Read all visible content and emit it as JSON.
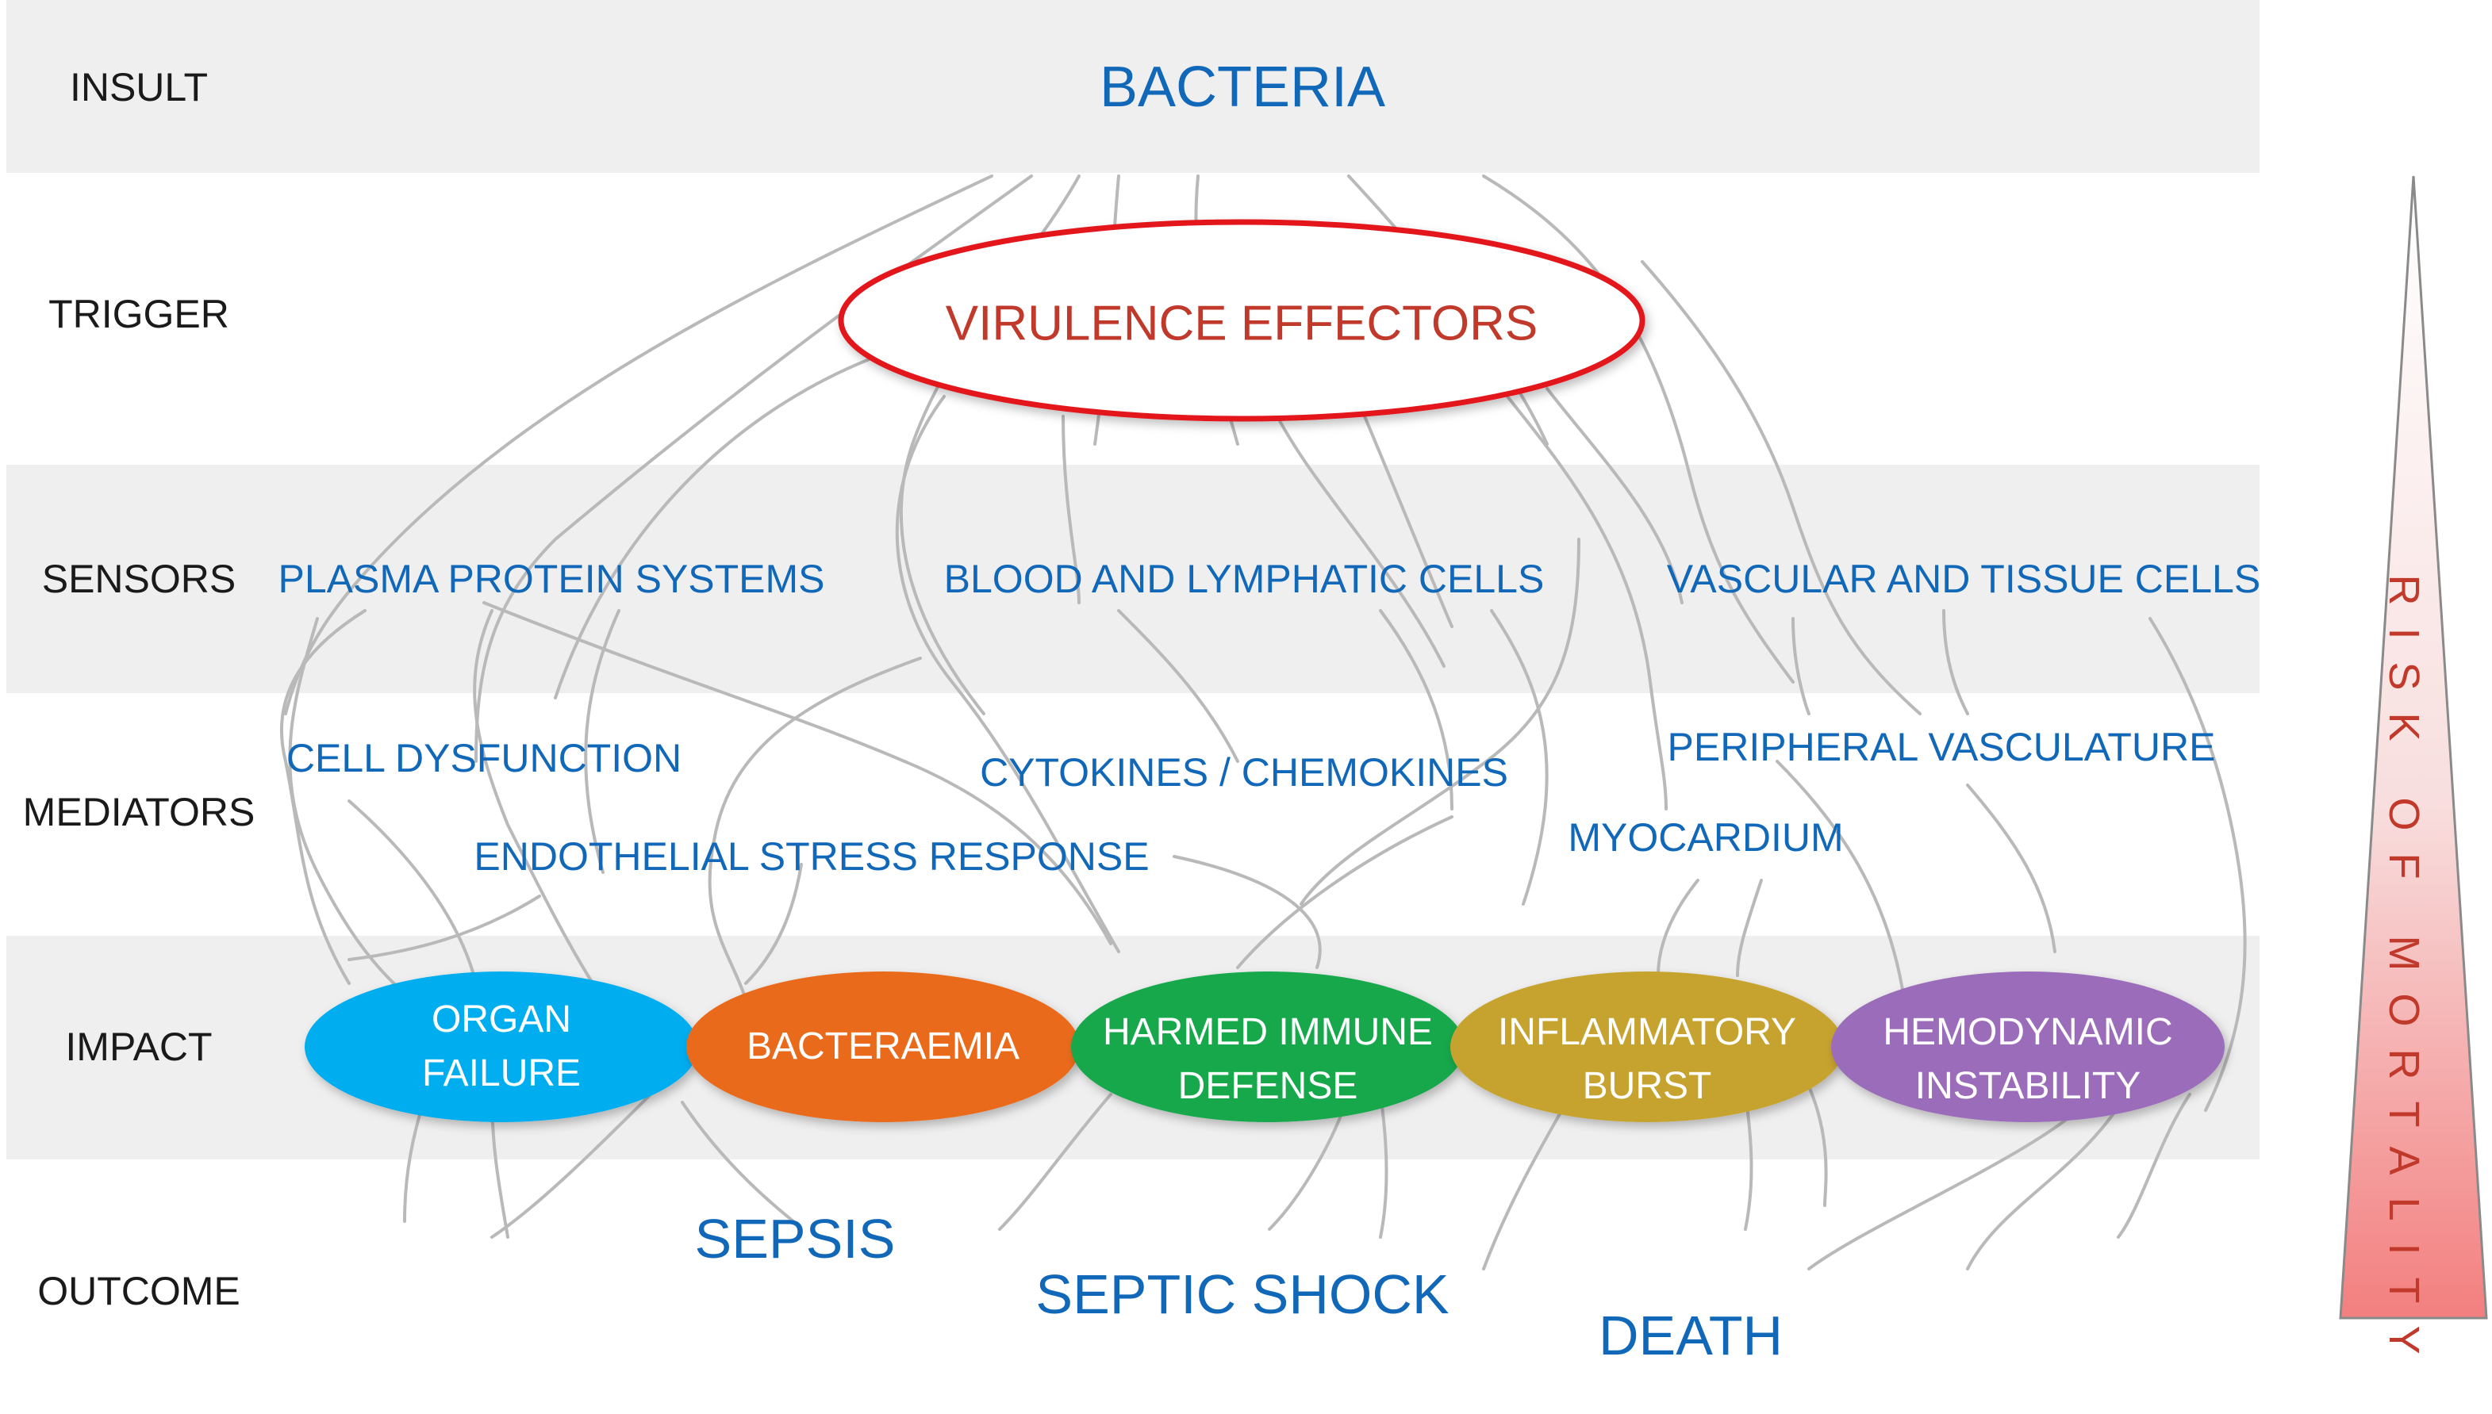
{
  "rows": {
    "insult": "INSULT",
    "trigger": "TRIGGER",
    "sensors": "SENSORS",
    "mediators": "MEDIATORS",
    "impact": "IMPACT",
    "outcome": "OUTCOME"
  },
  "insult": "BACTERIA",
  "trigger": "VIRULENCE EFFECTORS",
  "sensors": {
    "plasma": "PLASMA PROTEIN SYSTEMS",
    "blood": "BLOOD AND LYMPHATIC CELLS",
    "vascular": "VASCULAR AND TISSUE CELLS"
  },
  "mediators": {
    "cell_dysfunction": "CELL DYSFUNCTION",
    "cytokines": "CYTOKINES / CHEMOKINES",
    "peripheral": "PERIPHERAL VASCULATURE",
    "myocardium": "MYOCARDIUM",
    "endothelial": "ENDOTHELIAL STRESS RESPONSE"
  },
  "impact": {
    "organ": {
      "line1": "ORGAN",
      "line2": "FAILURE",
      "color": "#00adef"
    },
    "bacteraemia": {
      "line1": "BACTERAEMIA",
      "line2": "",
      "color": "#ea6b1c"
    },
    "immune": {
      "line1": "HARMED IMMUNE",
      "line2": "DEFENSE",
      "color": "#12a84b"
    },
    "inflammatory": {
      "line1": "INFLAMMATORY",
      "line2": "BURST",
      "color": "#c6a32f"
    },
    "hemodynamic": {
      "line1": "HEMODYNAMIC",
      "line2": "INSTABILITY",
      "color": "#9b6cba"
    }
  },
  "outcomes": {
    "sepsis": "SEPSIS",
    "septic_shock": "SEPTIC SHOCK",
    "death": "DEATH"
  },
  "risk": "RISK OF MORTALITY",
  "colors": {
    "band": "#efefef",
    "blue_text": "#1168b8",
    "trigger_red": "#e3191b",
    "risk_red": "#c0392b",
    "line_gray": "#b9b9b9"
  }
}
